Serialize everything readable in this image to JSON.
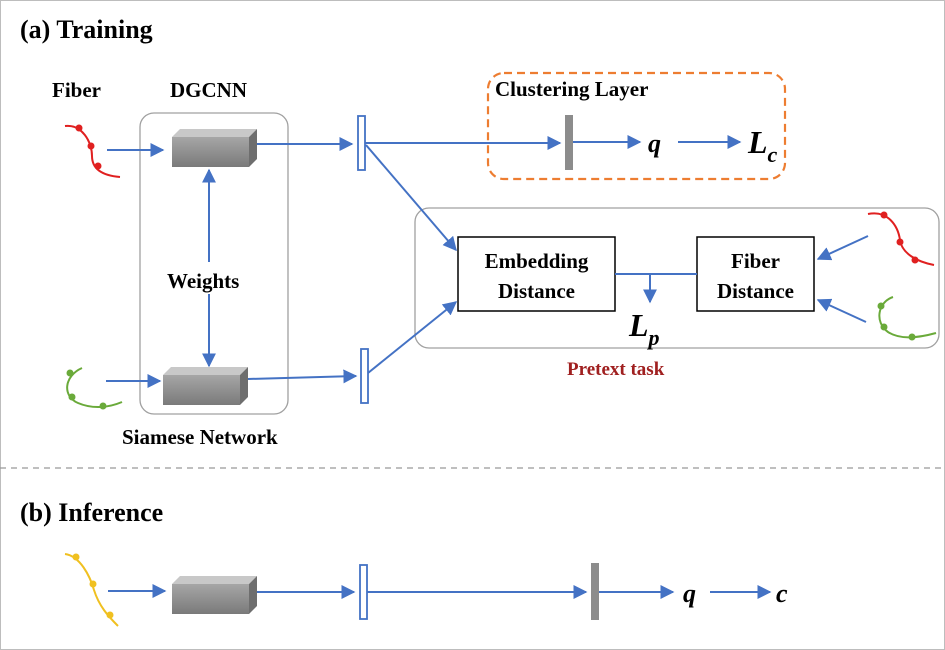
{
  "training": {
    "title": "(a) Training",
    "fiber_label": "Fiber",
    "dgcnn_label": "DGCNN",
    "weights_label": "Weights",
    "siamese_label": "Siamese Network",
    "clustering_label": "Clustering Layer",
    "q_label": "q",
    "lc_main": "L",
    "lc_sub": "c",
    "embedding_line1": "Embedding",
    "embedding_line2": "Distance",
    "fiberdist_line1": "Fiber",
    "fiberdist_line2": "Distance",
    "lp_main": "L",
    "lp_sub": "p",
    "pretext_label": "Pretext task"
  },
  "inference": {
    "title": "(b) Inference",
    "q_label": "q",
    "c_label": "c"
  },
  "colors": {
    "arrow": "#4472c4",
    "fiber_red": "#e02020",
    "fiber_green": "#6aaa3a",
    "fiber_yellow": "#f0c020",
    "clustering_border": "#ed7d31",
    "pretext_text": "#a02020",
    "box_gray": "#8c8c8c",
    "divider": "#999999"
  }
}
